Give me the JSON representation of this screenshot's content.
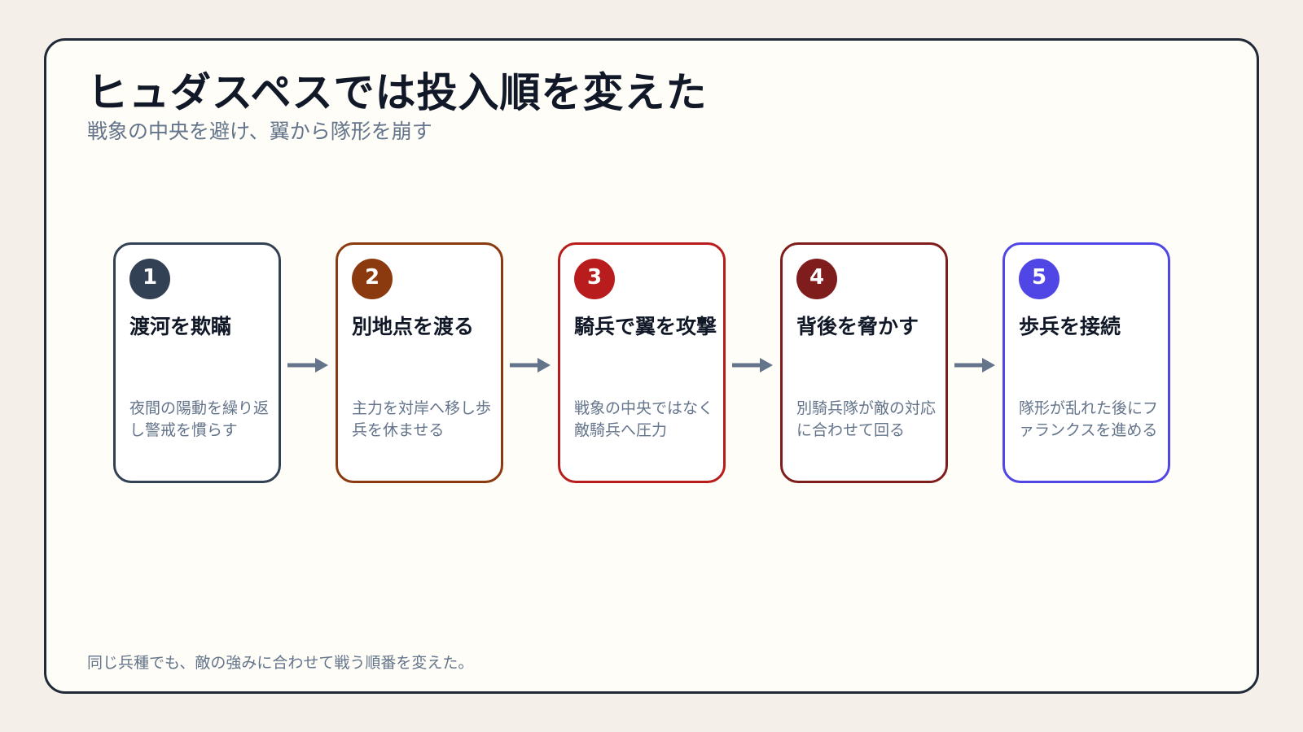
{
  "title": "ヒュダスペスでは投入順を変えた",
  "subtitle": "戦象の中央を避け、翼から隊形を崩す",
  "footnote": "同じ兵種でも、敵の強みに合わせて戦う順番を変えた。",
  "colors": {
    "background": "#f4f0e9",
    "panel": "#fefdf7",
    "arrow": "#64748b"
  },
  "steps": [
    {
      "number": "1",
      "title": "渡河を欺瞞",
      "description": "夜間の陽動を繰り返し警戒を慣らす",
      "color": "#334155"
    },
    {
      "number": "2",
      "title": "別地点を渡る",
      "description": "主力を対岸へ移し歩兵を休ませる",
      "color": "#8b3a0f"
    },
    {
      "number": "3",
      "title": "騎兵で翼を攻撃",
      "description": "戦象の中央ではなく敵騎兵へ圧力",
      "color": "#b91c1c"
    },
    {
      "number": "4",
      "title": "背後を脅かす",
      "description": "別騎兵隊が敵の対応に合わせて回る",
      "color": "#7f1d1d"
    },
    {
      "number": "5",
      "title": "歩兵を接続",
      "description": "隊形が乱れた後にファランクスを進める",
      "color": "#4f46e5"
    }
  ]
}
